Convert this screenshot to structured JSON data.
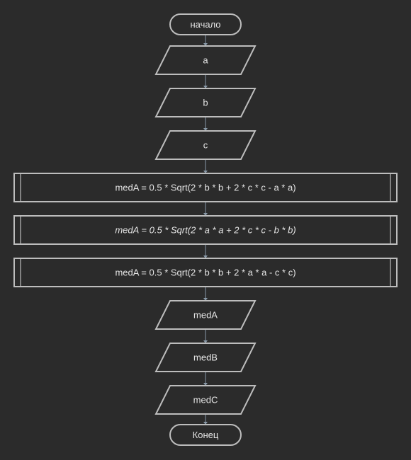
{
  "flowchart": {
    "start_label": "начало",
    "input_a": "a",
    "input_b": "b",
    "input_c": "c",
    "process_1": "medA = 0.5 * Sqrt(2 * b * b + 2 * c * c - a * a)",
    "process_2": "medA = 0.5 * Sqrt(2 * a * a + 2 * c * c - b * b)",
    "process_3": "medA = 0.5 * Sqrt(2 * b * b + 2 * a * a - c * c)",
    "output_1": "medA",
    "output_2": "medB",
    "output_3": "medC",
    "end_label": "Конец"
  },
  "colors": {
    "background": "#2b2b2b",
    "stroke": "#bdbdbd",
    "connector": "#8a9aa8",
    "text": "#e4e4e4"
  }
}
